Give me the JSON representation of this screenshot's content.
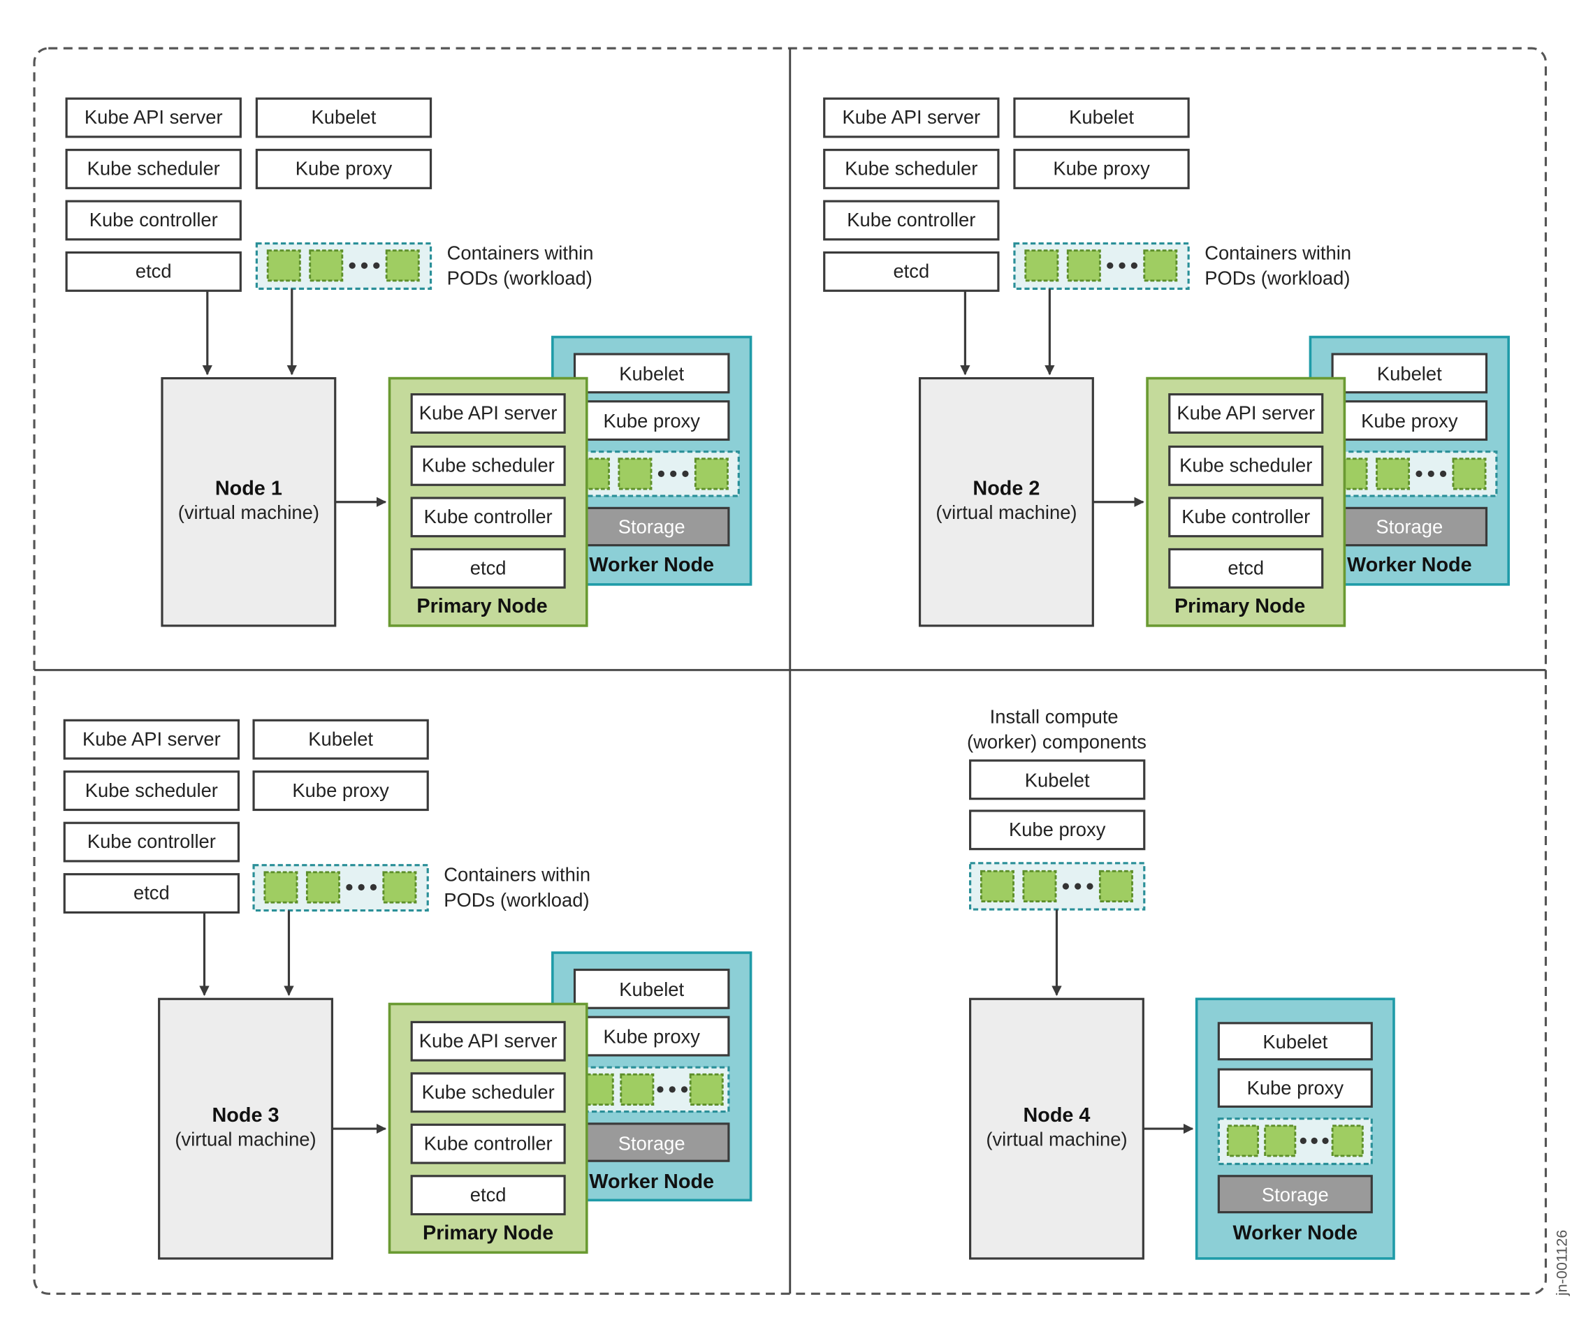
{
  "components": {
    "api_server": "Kube API server",
    "scheduler": "Kube scheduler",
    "controller": "Kube controller",
    "etcd": "etcd",
    "kubelet": "Kubelet",
    "proxy": "Kube proxy",
    "storage": "Storage"
  },
  "workload_caption": [
    "Containers within",
    "PODs (workload)"
  ],
  "install_caption": [
    "Install compute",
    "(worker) components"
  ],
  "primary_node_label": "Primary Node",
  "worker_node_label": "Worker Node",
  "vm_subtitle": "(virtual machine)",
  "panels": [
    {
      "node_title": "Node 1"
    },
    {
      "node_title": "Node 2"
    },
    {
      "node_title": "Node 3"
    },
    {
      "node_title": "Node 4"
    }
  ],
  "figure_id": "jn-001126",
  "colors": {
    "box_border": "#3a3a3a",
    "vm_fill": "#ededed",
    "primary_fill": "#c4da9b",
    "primary_border": "#6a9a32",
    "worker_fill": "#8ccfd6",
    "worker_border": "#1f9ba8",
    "storage_fill": "#9a9a9a",
    "pod_band_fill": "#e4f2f3",
    "pod_band_border": "#2a8f98",
    "container_fill": "#9fcd62",
    "container_border": "#5d8f2a"
  }
}
